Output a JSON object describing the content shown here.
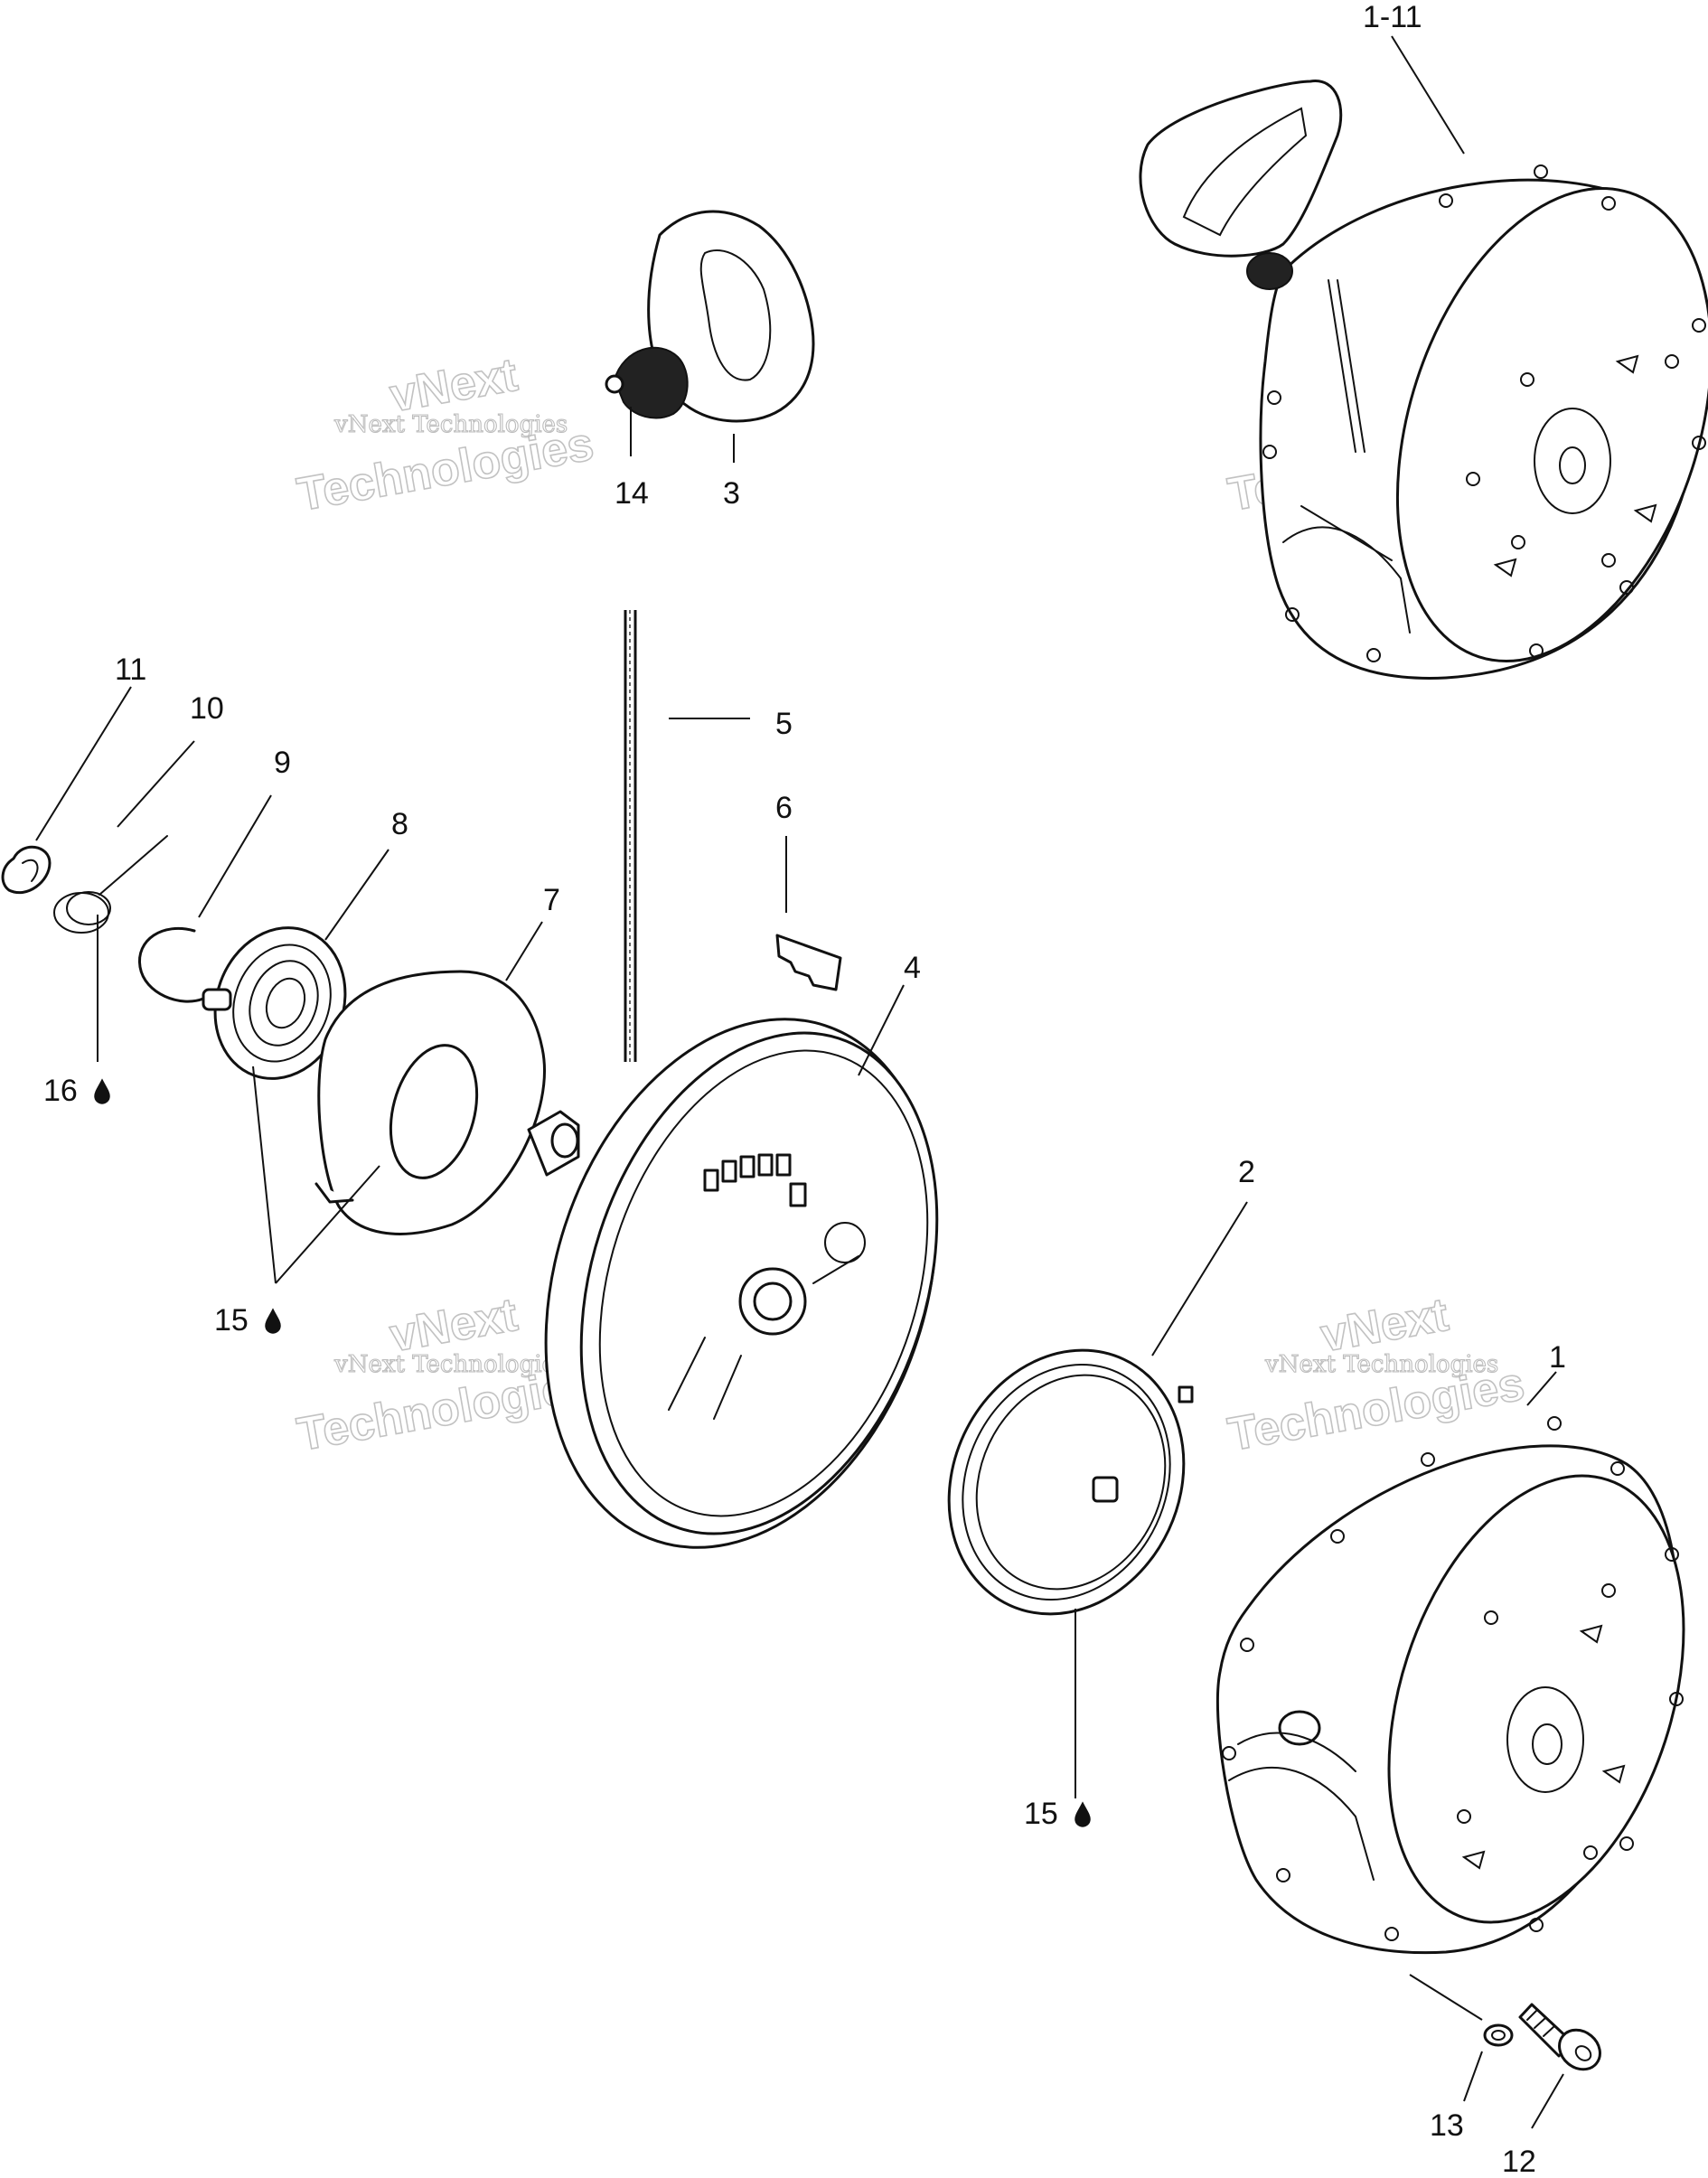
{
  "callouts": {
    "c_1_11": "1-11",
    "c_14": "14",
    "c_3": "3",
    "c_11": "11",
    "c_10": "10",
    "c_9": "9",
    "c_8": "8",
    "c_7": "7",
    "c_5": "5",
    "c_6": "6",
    "c_4": "4",
    "c_16": "16",
    "c_15a": "15",
    "c_2": "2",
    "c_1": "1",
    "c_15b": "15",
    "c_13": "13",
    "c_12": "12"
  },
  "watermark": {
    "line_small": "vNext Technologies",
    "line_word1": "vNext",
    "line_word2": "Technologies"
  },
  "icons": [
    "oil-drop-icon"
  ]
}
